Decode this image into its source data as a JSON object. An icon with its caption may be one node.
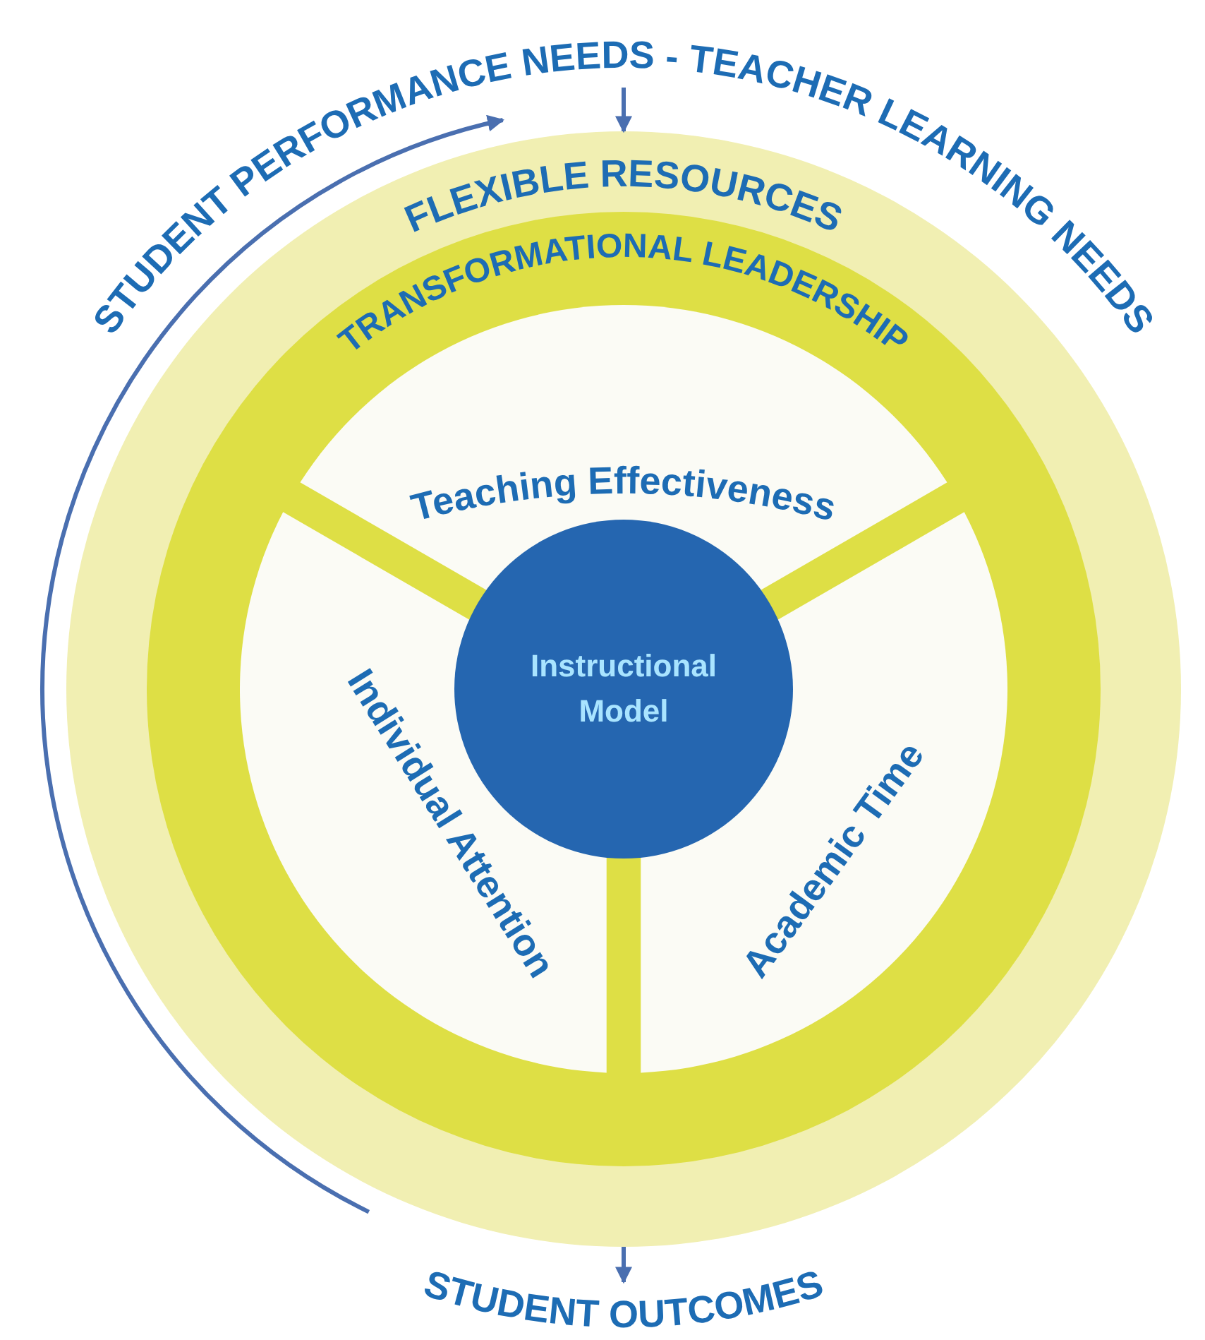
{
  "diagram": {
    "nodes": [
      {
        "text": [
          "STUDENT PERFORMANCE NEEDS - TEACHER LEARNING NEEDS"
        ]
      },
      {
        "text": [
          "FLEXIBLE RESOURCES"
        ]
      },
      {
        "text": [
          "TRANSFORMATIONAL LEADERSHIP"
        ],
        "in": 1
      },
      {
        "text": [
          "Teaching Effectiveness"
        ],
        "in": 2
      },
      {
        "text": [
          "Individual Attention"
        ],
        "in": 2
      },
      {
        "text": [
          "Academic Time"
        ],
        "in": 2
      },
      {
        "text": [
          "Instructional Model"
        ],
        "in": 2
      },
      {
        "text": [
          "STUDENT OUTCOMES"
        ]
      }
    ],
    "edges": [
      {
        "from": 0,
        "to": 1,
        "arrow": "to"
      },
      {
        "from": 1,
        "to": 7,
        "arrow": "to"
      },
      {
        "from": 7,
        "to": 0,
        "arrow": "to"
      }
    ]
  }
}
